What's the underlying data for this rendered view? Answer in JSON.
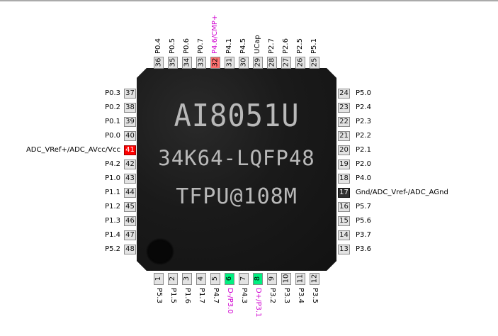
{
  "chip": {
    "line1": "AI8051U",
    "line2": "34K64-LQFP48",
    "line3": "TFPU@108M"
  },
  "pins": {
    "top": [
      {
        "num": "36",
        "label": "P0.4"
      },
      {
        "num": "35",
        "label": "P0.5"
      },
      {
        "num": "34",
        "label": "P0.6"
      },
      {
        "num": "33",
        "label": "P0.7"
      },
      {
        "num": "32",
        "label": "P4.6/CMP+",
        "color": "pink",
        "label_color": "magenta"
      },
      {
        "num": "31",
        "label": "P4.1"
      },
      {
        "num": "30",
        "label": "P4.5"
      },
      {
        "num": "29",
        "label": "UCap"
      },
      {
        "num": "28",
        "label": "P2.7"
      },
      {
        "num": "27",
        "label": "P2.6"
      },
      {
        "num": "26",
        "label": "P2.5"
      },
      {
        "num": "25",
        "label": "P5.1"
      }
    ],
    "left": [
      {
        "num": "37",
        "label": "P0.3"
      },
      {
        "num": "38",
        "label": "P0.2"
      },
      {
        "num": "39",
        "label": "P0.1"
      },
      {
        "num": "40",
        "label": "P0.0"
      },
      {
        "num": "41",
        "label": "ADC_VRef+/ADC_AVcc/Vcc",
        "color": "red"
      },
      {
        "num": "42",
        "label": "P4.2"
      },
      {
        "num": "43",
        "label": "P1.0"
      },
      {
        "num": "44",
        "label": "P1.1"
      },
      {
        "num": "45",
        "label": "P1.2"
      },
      {
        "num": "46",
        "label": "P1.3"
      },
      {
        "num": "47",
        "label": "P1.4"
      },
      {
        "num": "48",
        "label": "P5.2"
      }
    ],
    "right": [
      {
        "num": "24",
        "label": "P5.0"
      },
      {
        "num": "23",
        "label": "P2.4"
      },
      {
        "num": "22",
        "label": "P2.3"
      },
      {
        "num": "21",
        "label": "P2.2"
      },
      {
        "num": "20",
        "label": "P2.1"
      },
      {
        "num": "19",
        "label": "P2.0"
      },
      {
        "num": "18",
        "label": "P4.0"
      },
      {
        "num": "17",
        "label": "Gnd/ADC_Vref-/ADC_AGnd",
        "color": "dark"
      },
      {
        "num": "16",
        "label": "P5.7"
      },
      {
        "num": "15",
        "label": "P5.6"
      },
      {
        "num": "14",
        "label": "P3.7"
      },
      {
        "num": "13",
        "label": "P3.6"
      }
    ],
    "bottom": [
      {
        "num": "1",
        "label": "P5.3"
      },
      {
        "num": "2",
        "label": "P1.5"
      },
      {
        "num": "3",
        "label": "P1.6"
      },
      {
        "num": "4",
        "label": "P1.7"
      },
      {
        "num": "5",
        "label": "P4.7"
      },
      {
        "num": "6",
        "label": "D-/P3.0",
        "color": "green",
        "label_color": "magenta"
      },
      {
        "num": "7",
        "label": "P4.3"
      },
      {
        "num": "8",
        "label": "D+/P3.1",
        "color": "green",
        "label_color": "magenta"
      },
      {
        "num": "9",
        "label": "P3.2"
      },
      {
        "num": "10",
        "label": "P3.3"
      },
      {
        "num": "11",
        "label": "P3.4"
      },
      {
        "num": "12",
        "label": "P3.5"
      }
    ]
  }
}
